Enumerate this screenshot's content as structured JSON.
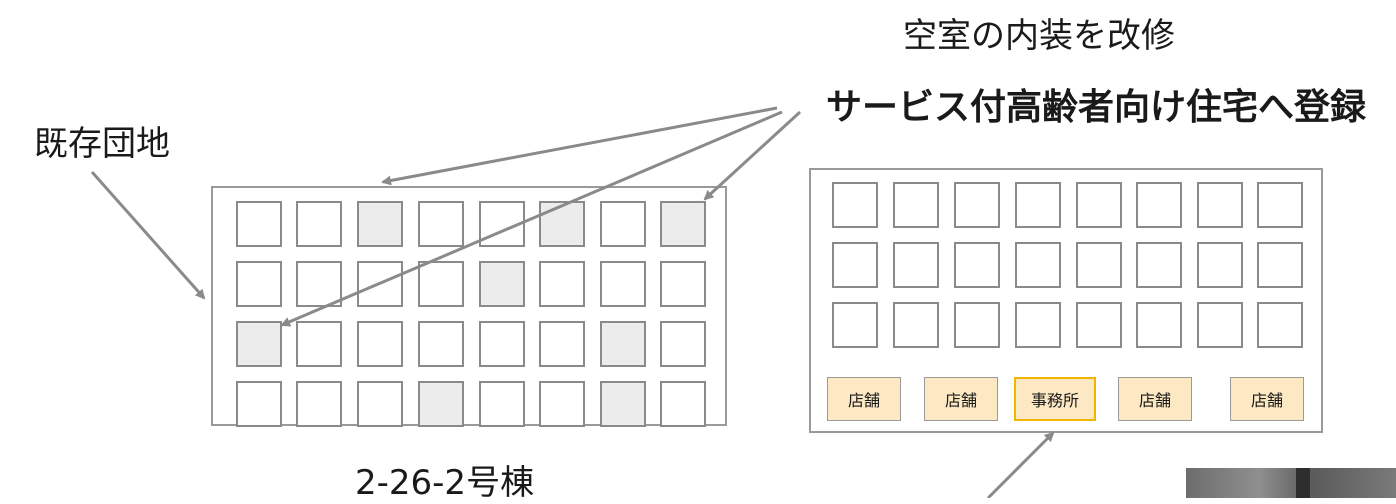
{
  "labels": {
    "existing": "既存団地",
    "vacant": "空室の内装を改修",
    "register": "サービス付高齢者向け住宅へ登録",
    "building": "2-26-2号棟"
  },
  "left_building": {
    "rows": 4,
    "cols": 8,
    "vacant_units": [
      [
        0,
        2
      ],
      [
        0,
        5
      ],
      [
        0,
        7
      ],
      [
        1,
        4
      ],
      [
        2,
        0
      ],
      [
        2,
        6
      ],
      [
        3,
        3
      ],
      [
        3,
        6
      ]
    ]
  },
  "right_building": {
    "rows": 3,
    "cols": 8,
    "ground_floor": [
      "店舗",
      "店舗",
      "事務所",
      "店舗",
      "店舗"
    ]
  },
  "colors": {
    "vacant_fill": "#ececec",
    "shop_fill": "#fce8c2",
    "office_border": "#f2b600",
    "arrow": "#8a8a8a"
  }
}
